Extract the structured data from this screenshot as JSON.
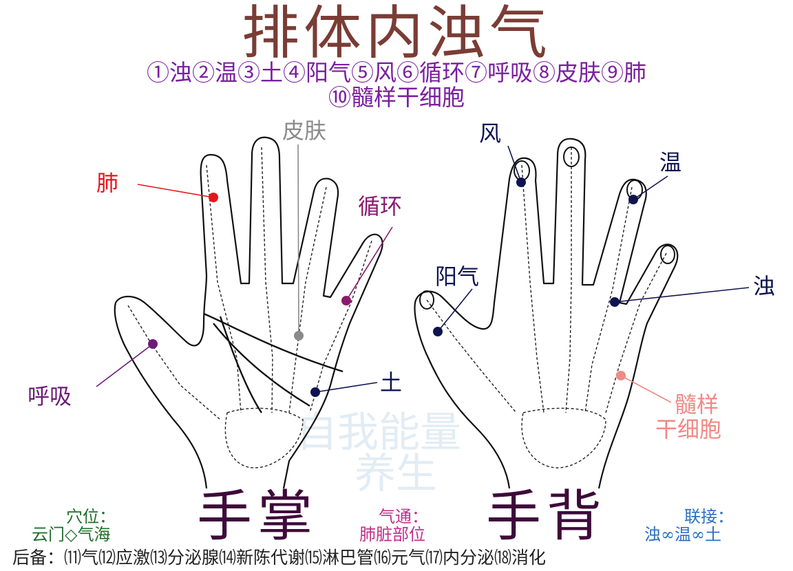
{
  "title": "排体内浊气",
  "legend_line1": "①浊②温③土④阳气⑤风⑥循环⑦呼吸⑧皮肤⑨肺",
  "legend_line2": "⑩髓样干细胞",
  "palm": {
    "label_skin": "皮肤",
    "label_lung": "肺",
    "label_circulation": "循环",
    "label_breath": "呼吸",
    "label_earth": "土",
    "caption": "手掌"
  },
  "back": {
    "label_wind": "风",
    "label_warm": "温",
    "label_yangqi": "阳气",
    "label_turbid": "浊",
    "label_marrow_1": "髓样",
    "label_marrow_2": "干细胞",
    "caption": "手背"
  },
  "acupoint": {
    "heading": "穴位：",
    "value": "云门◇气海"
  },
  "qi_tong": {
    "heading": "气通：",
    "value": "肺脏部位"
  },
  "link": {
    "heading": "联接：",
    "value": "浊∞温∞土"
  },
  "watermark": {
    "line1": "自我能量",
    "line2": "养生"
  },
  "footer": "后备：⑾气⑿应激⒀分泌腺⒁新陈代谢⒂淋巴管⒃元气⒄内分泌⒅消化",
  "colors": {
    "title": "#7a3d35",
    "legend": "#7a1fa0",
    "lung": "#e8141b",
    "circulation": "#8a1a6e",
    "breath": "#6e1a78",
    "skin": "#8a8a8a",
    "navy": "#0e1450",
    "marrow": "#f08a84",
    "acupoint": "#1f6e2a",
    "qi_tong": "#c0308a",
    "link": "#2a6fc2",
    "caption": "#3e0a3a"
  }
}
